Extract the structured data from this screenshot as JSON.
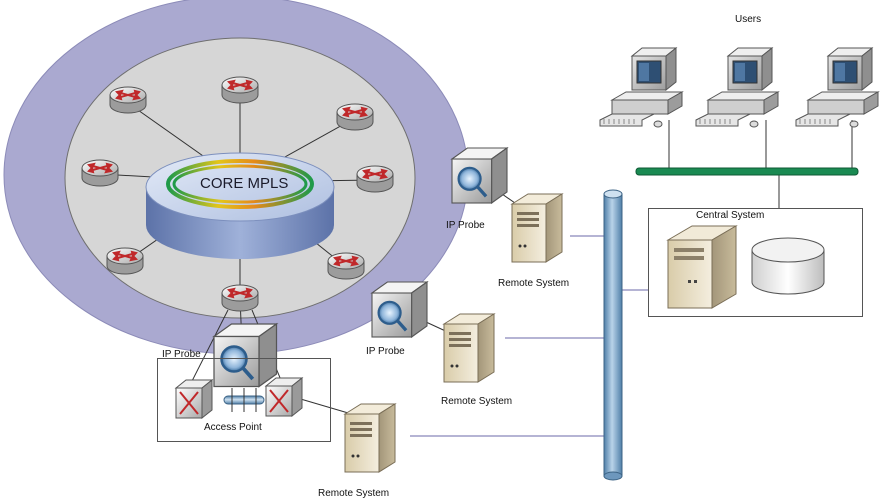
{
  "diagram": {
    "core_label": "CORE MPLS",
    "users_label": "Users",
    "central_system_label": "Central System",
    "access_point_label": "Access Point",
    "probes": [
      {
        "label": "IP Probe"
      },
      {
        "label": "IP Probe"
      },
      {
        "label": "IP Probe"
      }
    ],
    "remote_systems": [
      {
        "label": "Remote System"
      },
      {
        "label": "Remote System"
      },
      {
        "label": "Remote System"
      }
    ],
    "colors": {
      "outer_ring": "#aaa9d0",
      "inner_ring": "#d6d6d6",
      "core_top": "#c7d4ec",
      "core_side": "#7f93c2",
      "router_body": "#e2e2e2",
      "router_arrow": "#c0282a",
      "backbone": "#7fa7c9",
      "user_bus": "#1a8a52",
      "link_line": "#8a88c0",
      "server_body": "#e8dfc9"
    }
  }
}
